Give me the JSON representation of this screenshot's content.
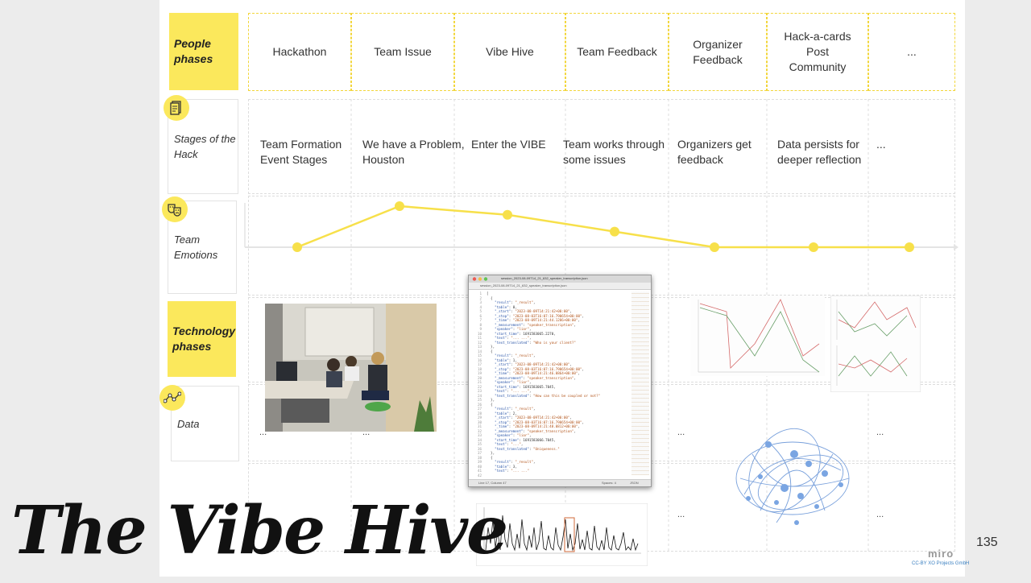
{
  "phases": [
    "Hackathon",
    "Team Issue",
    "Vibe Hive",
    "Team Feedback",
    "Organizer\nFeedback",
    "Hack-a-cards\nPost\nCommunity",
    "..."
  ],
  "rows": {
    "people_phases": "People\nphases",
    "stages": "Stages of the\nHack",
    "emotions": "Team\nEmotions",
    "technology_phases": "Technology\nphases",
    "data": "Data"
  },
  "stages": [
    "Team Formation\nEvent Stages",
    "We have a Problem,\nHouston",
    "Enter the VIBE",
    "Team works through\nsome issues",
    "Organizers get\nfeedback",
    "Data persists for\ndeeper reflection",
    "..."
  ],
  "emotion_levels": [
    0.0,
    1.0,
    0.79,
    0.38,
    0.0,
    0.0,
    0.0
  ],
  "data_ellipsis": "...",
  "title": "The Vibe Hive",
  "page_number": "135",
  "branding": {
    "logo": "miro",
    "credit": "CC-BY XO Projects GmbH"
  },
  "editor": {
    "window_title": "session_2023-08-09T14_21_632_speaker_transcription.json",
    "tab": "session_2023-08-09T14_21_632_speaker_transcription.json",
    "status_left": "Line 17, Column 47",
    "status_right": "JSON",
    "status_mid": "Spaces: 4"
  },
  "colors": {
    "sticky": "#fbe85c",
    "emotion_line": "#f7e04a",
    "graph": "#6a96d8"
  }
}
